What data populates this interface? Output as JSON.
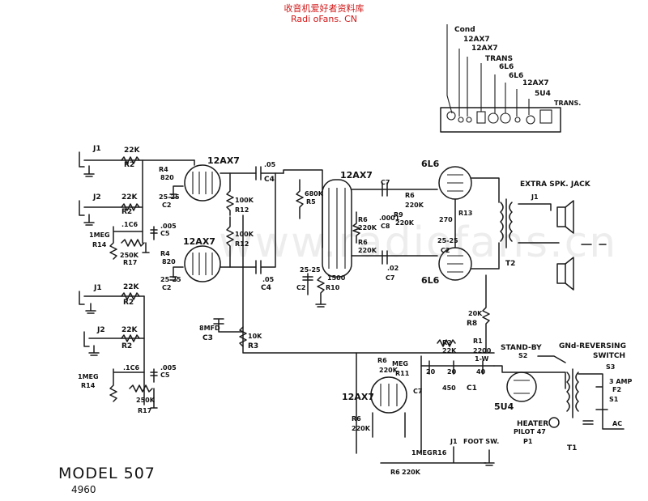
{
  "header": {
    "site_cn": "收音机爱好者资料库",
    "site_en": "Radi oFans. CN"
  },
  "watermark": "www.radiofans.cn",
  "socket_legend": {
    "items": [
      "Cond",
      "12AX7",
      "12AX7",
      "TRANS",
      "6L6",
      "6L6",
      "12AX7",
      "5U4",
      "TRANS."
    ]
  },
  "jacks": {
    "j1_top": "J1",
    "j2_top": "J2",
    "j1_bot": "J1",
    "j2_bot": "J2",
    "j1_foot": "J1"
  },
  "tubes": {
    "v1": "12AX7",
    "v2": "12AX7",
    "v3": "12AX7",
    "v4": "6L6",
    "v5": "6L6",
    "v6": "12AX7",
    "rect": "5U4"
  },
  "parts": {
    "r2a": "22K",
    "r2a_n": "R2",
    "r2b": "22K",
    "r2b_n": "R2",
    "r2c": "22K",
    "r2c_n": "R2",
    "r2d": "22K",
    "r2d_n": "R2",
    "r4": "R4",
    "r4v": "820",
    "c2a": "25-25",
    "c2a_n": "C2",
    "r14a": "1MEG",
    "r14a_n": "R14",
    "c6a": ".1C6",
    "c5a": ".005",
    "c5a_n": "C5",
    "r17a": "250K",
    "r17a_n": "R17",
    "r4b": "R4",
    "r4bv": "820",
    "c2b": "25-25",
    "c2b_n": "C2",
    "r12a": "100K",
    "r12a_n": "R12",
    "r12b": "100K",
    "r12b_n": "R12",
    "c4a": ".05",
    "c4a_n": "C4",
    "c4b": ".05",
    "c4b_n": "C4",
    "r5": "680K",
    "r5_n": "R5",
    "r6a": "R6",
    "r6a_v": "220K",
    "r6b": "R6",
    "r6b_v": "220K",
    "c8": ".0001",
    "c8_n": "C8",
    "c7a": "C7",
    "r9": "R9",
    "r9v": "220K",
    "r6c": "R6",
    "r6c_v": "220K",
    "c7b": ".02",
    "c7b_n": "C7",
    "c25c": "25-25",
    "c25c_n": "C2",
    "r10": "1500",
    "r10_n": "R10",
    "r13": "R13",
    "r13v": "270",
    "c2c": "25-25",
    "c2c_n": "C2",
    "r14b": "1MEG",
    "r14b_n": "R14",
    "c6b": ".1C6",
    "c5b": ".005",
    "c5b_n": "C5",
    "r17b": "250K",
    "r17b_n": "R17",
    "c3": "8MFD",
    "c3_n": "C3",
    "r3": "10K",
    "r3_n": "R3",
    "r8": "20K",
    "r8_n": "R8",
    "r2e": "22K",
    "r2e_n": "R2",
    "r1": "R1",
    "r1v": "2200",
    "r1w": "1-W",
    "c1a": "20",
    "c1b": "20",
    "c1c": "40",
    "c1d": "450",
    "c1_n": "C1",
    "r6d": "R6",
    "r6d_v": "220K",
    "r11": "MEG",
    "r11_n": "R11",
    "c7c": "C7",
    "r6e": "R6",
    "r6e_v": "220K",
    "r6f": "R6",
    "r6f_v": "220K",
    "r16": "1MEG",
    "r16_n": "R16"
  },
  "labels": {
    "extra_spk": "EXTRA SPK. JACK",
    "j1_spk": "J1",
    "t2": "T2",
    "standby": "STAND-BY",
    "s2": "S2",
    "gnd_rev": "GNd-REVERSING",
    "switch": "SWITCH",
    "s3": "S3",
    "amp": "3 AMP",
    "f2": "F2",
    "s1": "S1",
    "ac": "AC",
    "heater": "HEATER",
    "pilot": "PILOT 47",
    "p1": "P1",
    "t1": "T1",
    "foot_sw": "FOOT SW."
  },
  "footer": {
    "model": "MODEL  507",
    "number": "4960"
  }
}
